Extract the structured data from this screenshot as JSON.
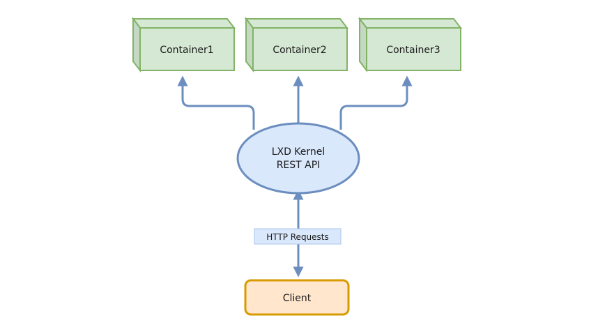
{
  "containers": [
    {
      "label": "Container1"
    },
    {
      "label": "Container2"
    },
    {
      "label": "Container3"
    }
  ],
  "kernel": {
    "line1": "LXD Kernel",
    "line2": "REST API"
  },
  "edge_label": "HTTP Requests",
  "client": {
    "label": "Client"
  },
  "colors": {
    "container_fill": "#d5e8d4",
    "container_side": "#c4d8c3",
    "container_stroke": "#82b366",
    "kernel_fill": "#dae8fc",
    "kernel_stroke": "#6c8ebf",
    "client_fill": "#ffe6cc",
    "client_stroke": "#d79b00",
    "arrow": "#6c8ebf"
  }
}
